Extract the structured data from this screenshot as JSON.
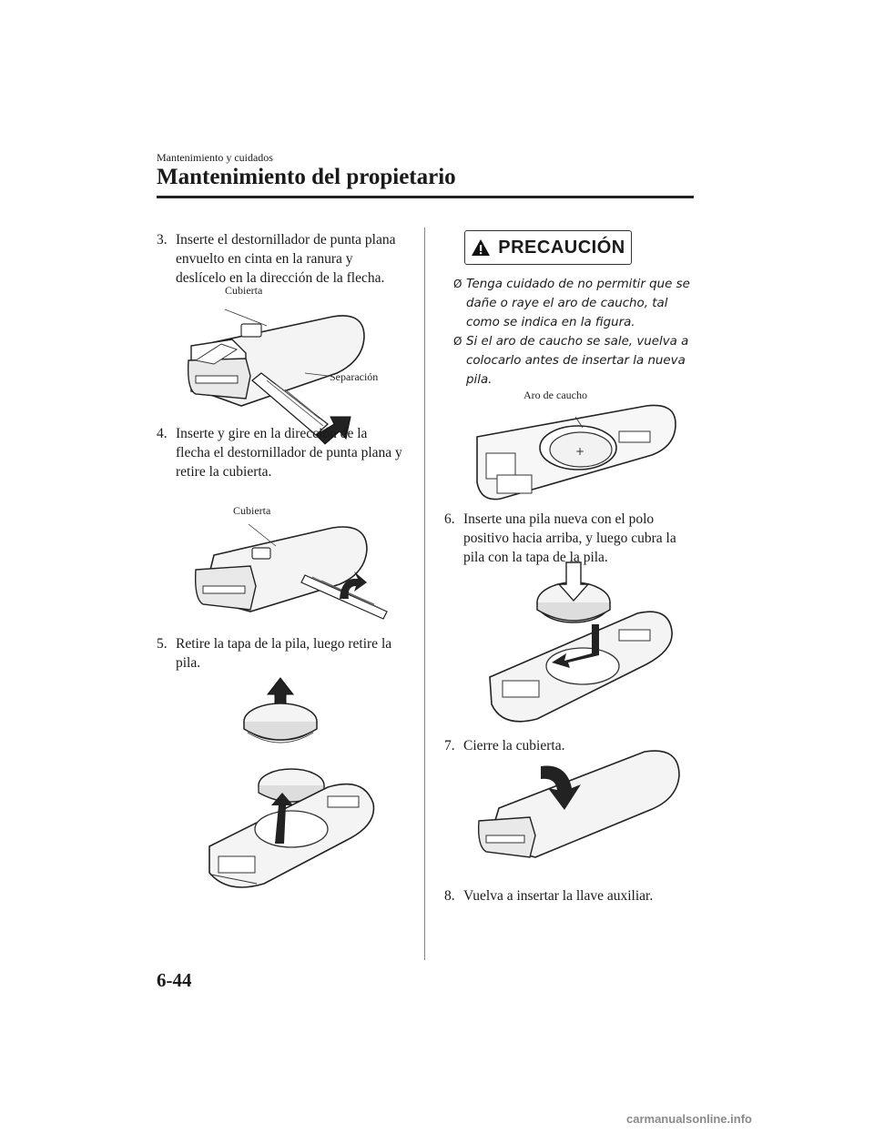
{
  "header": {
    "section": "Mantenimiento y cuidados",
    "title": "Mantenimiento del propietario"
  },
  "steps": [
    {
      "num": "3.",
      "text": "Inserte el destornillador de punta plana envuelto en cinta en la ranura y deslícelo en la dirección de la flecha."
    },
    {
      "num": "4.",
      "text": "Inserte y gire en la dirección de la flecha el destornillador de punta plana y retire la cubierta."
    },
    {
      "num": "5.",
      "text": "Retire la tapa de la pila, luego retire la pila."
    },
    {
      "num": "6.",
      "text": "Inserte una pila nueva con el polo positivo hacia arriba, y luego cubra la pila con la tapa de la pila."
    },
    {
      "num": "7.",
      "text": "Cierre la cubierta."
    },
    {
      "num": "8.",
      "text": "Vuelva a insertar la llave auxiliar."
    }
  ],
  "figure_labels": {
    "cover_1": "Cubierta",
    "gap": "Separación",
    "cover_2": "Cubierta",
    "rubber_ring": "Aro de caucho"
  },
  "caution": {
    "title": "PRECAUCIÓN",
    "bullet_mark": "Ø",
    "items": [
      "Tenga cuidado de no permitir que se dañe o raye el aro de caucho, tal como se indica en la figura.",
      "Si el aro de caucho se sale, vuelva a colocarlo antes de insertar la nueva pila."
    ]
  },
  "footer": {
    "page_number": "6-44",
    "watermark": "carmanualsonline.info"
  },
  "icons": {
    "warning": "warning-triangle-icon",
    "arrow": "arrow-icon"
  }
}
